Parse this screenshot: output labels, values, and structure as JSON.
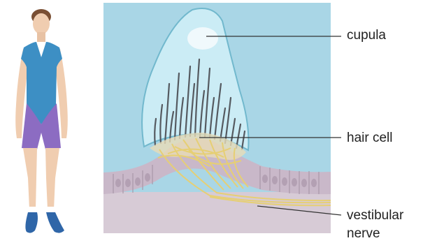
{
  "labels": {
    "cupula": "cupula",
    "hair_cell": "hair cell",
    "vestibular_line1": "vestibular",
    "vestibular_line2": "nerve"
  },
  "colors": {
    "background_fluid": "#a9d6e6",
    "cupula_fill": "#cdeef6",
    "cupula_outline": "#6fb7cc",
    "cells": "#c9b8c9",
    "tissue": "#d7cbd6",
    "nerve": "#e6cf74",
    "hair": "#555a60",
    "swimsuit": "#3d8fc4",
    "shorts": "#8c6cc2",
    "skin": "#f0cdb0",
    "shoes": "#2f66a8"
  }
}
